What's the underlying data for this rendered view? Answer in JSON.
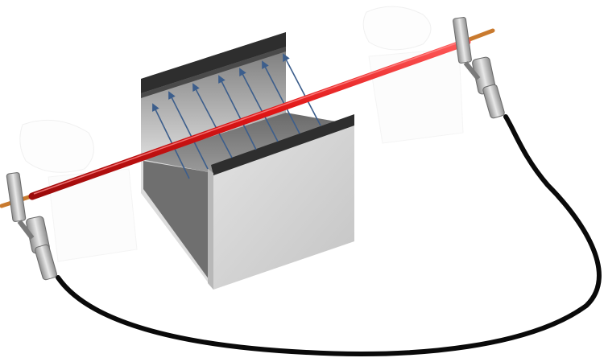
{
  "diagram": {
    "components": [
      {
        "id": "magnet",
        "kind": "U-shaped magnet",
        "colors": {
          "body": "#d6d6d6",
          "pole_face": "#2e2e2e"
        }
      },
      {
        "id": "conductor-rod",
        "kind": "rod",
        "color": "#e01616"
      },
      {
        "id": "rod-core-ends",
        "kind": "exposed copper core",
        "color": "#c97a2e"
      },
      {
        "id": "clip-left",
        "kind": "connector clip"
      },
      {
        "id": "clip-right",
        "kind": "connector clip"
      },
      {
        "id": "lead-wire",
        "kind": "black wire",
        "color": "#0a0a0a"
      }
    ],
    "field_lines": {
      "count": 7,
      "direction": "upward-back",
      "color": "#3c5e8c"
    }
  }
}
